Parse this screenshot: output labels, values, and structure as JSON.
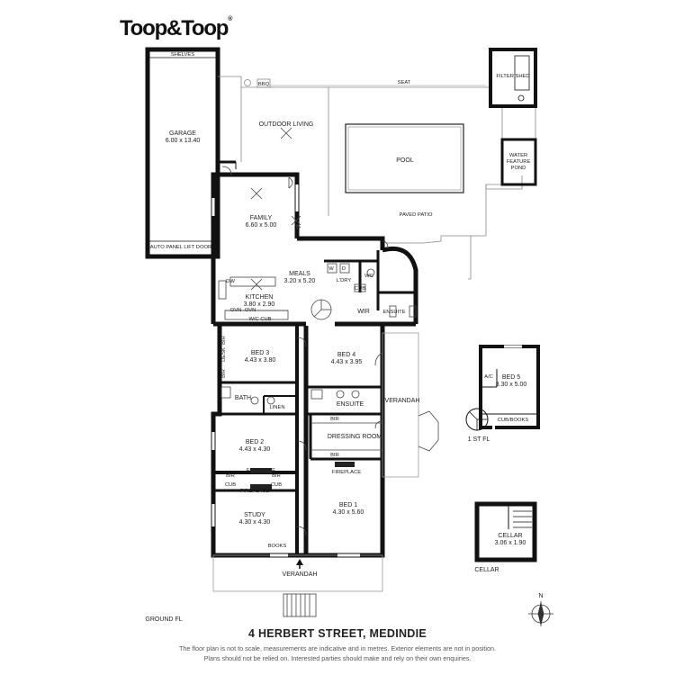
{
  "brand": {
    "logo_text": "Toop&Toop",
    "trademark": "®"
  },
  "floors": {
    "ground": "GROUND FL",
    "first": "1 ST FL",
    "cellar": "CELLAR"
  },
  "rooms": {
    "garage": {
      "name": "GARAGE",
      "dims": "6.00 x 13.40"
    },
    "family": {
      "name": "FAMILY",
      "dims": "6.60 x 5.00"
    },
    "meals": {
      "name": "MEALS",
      "dims": "3.20 x 5.20"
    },
    "kitchen": {
      "name": "KITCHEN",
      "dims": "3.80 x 2.90"
    },
    "bed3": {
      "name": "BED 3",
      "dims": "4.43 x 3.80"
    },
    "bed4": {
      "name": "BED 4",
      "dims": "4.43 x 3.95"
    },
    "bed2": {
      "name": "BED 2",
      "dims": "4.43 x 4.30"
    },
    "study": {
      "name": "STUDY",
      "dims": "4.30 x 4.30"
    },
    "bed1": {
      "name": "BED 1",
      "dims": "4.30 x 5.60"
    },
    "bed5": {
      "name": "BED 5",
      "dims": "3.30 x 5.00"
    },
    "cellar": {
      "name": "CELLAR",
      "dims": "3.06 x 1.90"
    }
  },
  "labels": {
    "shelves": "SHELVES",
    "auto_door": "AUTO PANEL LIFT DOOR",
    "bbq": "BBQ",
    "seat": "SEAT",
    "filter_shed": "FILTER SHED",
    "outdoor_living": "OUTDOOR LIVING",
    "pool": "POOL",
    "water_feature_1": "WATER",
    "water_feature_2": "FEATURE",
    "water_feature_3": "POND",
    "paved_patio": "PAVED PATIO",
    "dw": "DW",
    "ovn1": "OVN",
    "ovn2": "OVN",
    "wic_cub": "W/C CUB",
    "w": "W",
    "d": "D",
    "wc": "WC",
    "ldry": "L'DRY",
    "cub": "CUB",
    "wir": "WIR",
    "ensuite": "ENSUITE",
    "ensuite2": "ENSUITE",
    "bir1": "BIR",
    "desk": "DESK",
    "bir2": "BIR",
    "bath": "BATH",
    "linen": "LINEN",
    "verandah_side": "VERANDAH",
    "bir3": "BIR",
    "dressing_room": "DRESSING ROOM",
    "bir4": "BIR",
    "fireplace1": "FIREPLACE",
    "fireplace2": "FIREPLACE",
    "fireplace3": "FIREPLACE",
    "bir5": "BIR",
    "bir6": "BIR",
    "cub1": "CUB",
    "cub2": "CUB",
    "books": "BOOKS",
    "verandah_front": "VERANDAH",
    "ac": "A/C",
    "cub_books": "CUB/BOOKS",
    "north": "N"
  },
  "address": "4 HERBERT STREET, MEDINDIE",
  "disclaimer": {
    "line1": "The floor plan is not to scale, measurements are indicative and in metres. Exterior elements are not in position.",
    "line2": "Plans should not be relied on. Interested parties should make and rely on their own enquiries."
  }
}
